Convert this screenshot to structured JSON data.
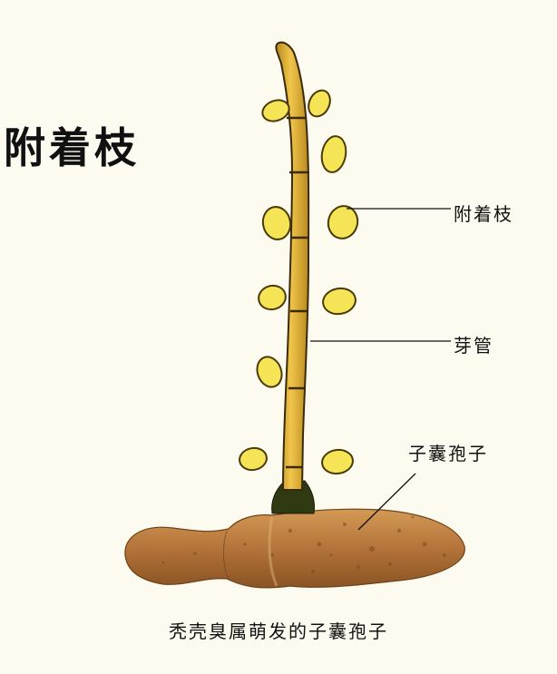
{
  "title": "附着枝",
  "labels": {
    "appendage": "附着枝",
    "germ_tube": "芽管",
    "ascospore": "子囊孢子"
  },
  "caption": "秃壳臭属萌发的子囊孢子",
  "colors": {
    "background": "#fdfbf0",
    "stalk": "#e3b030",
    "stalk_outline": "#3a2a08",
    "appendage": "#f5e455",
    "spore": "#b9783a",
    "spore_dark": "#7a4a1e"
  }
}
